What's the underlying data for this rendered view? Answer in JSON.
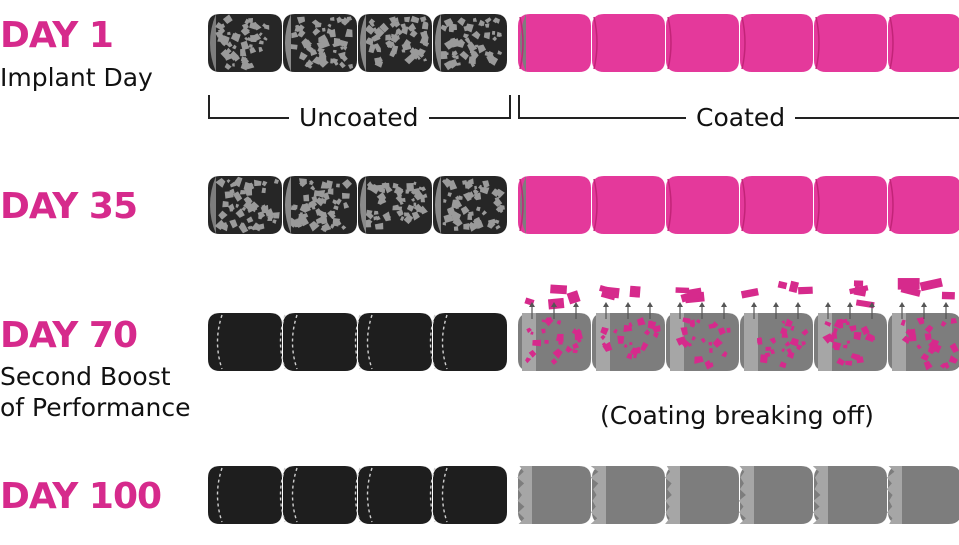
{
  "colors": {
    "pink": "#d62a8c",
    "pink_light": "#e4399b",
    "black": "#1e1e1e",
    "gray": "#7d7d7d",
    "gray_light": "#a6a6a6",
    "bracket": "#222222"
  },
  "rows": [
    {
      "day": "DAY 1",
      "subtitle_lines": [
        "Implant Day"
      ]
    },
    {
      "day": "DAY 35",
      "subtitle_lines": []
    },
    {
      "day": "DAY 70",
      "subtitle_lines": [
        "Second Boost",
        "of Performance"
      ]
    },
    {
      "day": "DAY 100",
      "subtitle_lines": []
    }
  ],
  "brackets": {
    "uncoated": "Uncoated",
    "coated": "Coated"
  },
  "annotation": "(Coating breaking off)"
}
